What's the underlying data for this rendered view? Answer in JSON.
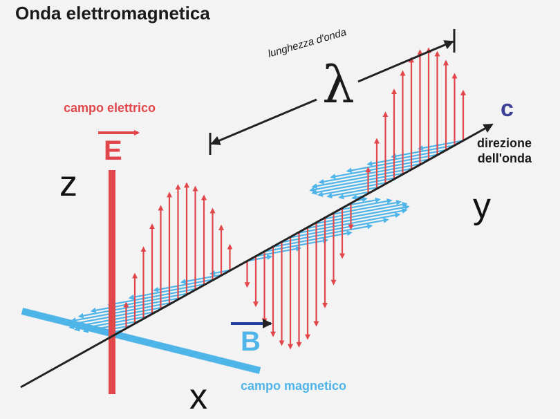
{
  "title": "Onda elettromagnetica",
  "electric": {
    "caption": "campo elettrico",
    "letter": "E",
    "color": "#e1464a"
  },
  "magnetic": {
    "caption": "campo magnetico",
    "letter": "B",
    "color": "#4fb5e8"
  },
  "axes": {
    "z": "z",
    "y": "y",
    "x": "x"
  },
  "wave": {
    "speed_symbol": "c",
    "direction": "direzione\ndell'onda"
  },
  "wavelength": {
    "label": "lunghezza d'onda",
    "symbol": "λ"
  }
}
